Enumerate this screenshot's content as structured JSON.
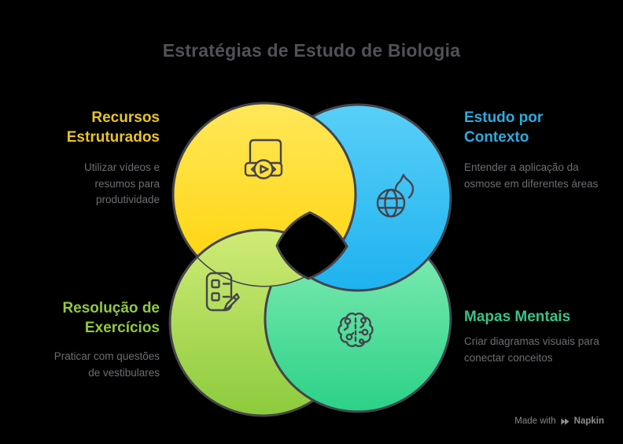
{
  "title": "Estratégias de Estudo de Biologia",
  "quadrants": [
    {
      "heading": "Recursos Estruturados",
      "body": "Utilizar vídeos e resumos para produtividade",
      "accent": "#E9C51F",
      "icon": "video-player-icon"
    },
    {
      "heading": "Estudo por Contexto",
      "body": "Entender a aplicação da osmose em diferentes áreas",
      "accent": "#2EAADC",
      "icon": "globe-flame-icon"
    },
    {
      "heading": "Resolução de Exercícios",
      "body": "Praticar com questões de vestibulares",
      "accent": "#92C83F",
      "icon": "checklist-pencil-icon"
    },
    {
      "heading": "Mapas Mentais",
      "body": "Criar diagramas visuais para conectar conceitos",
      "accent": "#3AC287",
      "icon": "brain-circuit-icon"
    }
  ],
  "watermark": {
    "made_with": "Made with",
    "brand": "Napkin"
  },
  "colors": {
    "background": "#000000",
    "outline": "#44444B",
    "title_text": "#515157",
    "body_text": "#6E6E73",
    "yellow_top": "#FFE75A",
    "yellow_bottom": "#FFD307",
    "blue_top": "#59CFF7",
    "blue_bottom": "#1EB2F0",
    "lime_top": "#D0EB77",
    "lime_bottom": "#8CCB3C",
    "teal_top": "#88EDB7",
    "teal_bottom": "#2BD187"
  }
}
